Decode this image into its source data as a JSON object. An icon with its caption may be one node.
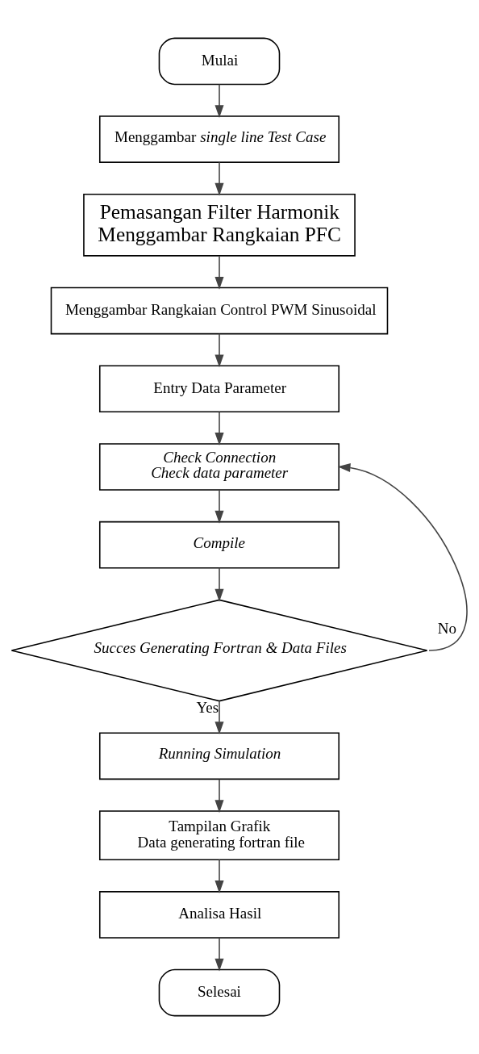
{
  "diagram": {
    "nodes": [
      {
        "text": [
          "Mulai"
        ]
      },
      {
        "text": [
          "Menggambar *single line Test Case*"
        ]
      },
      {
        "text": [
          "Pemasangan Filter Harmonik",
          "Menggambar Rangkaian PFC"
        ]
      },
      {
        "text": [
          "Menggambar Rangkaian Control PWM Sinusoidal"
        ]
      },
      {
        "text": [
          "Entry Data Parameter"
        ]
      },
      {
        "text": [
          "Check Connection",
          "Check data parameter"
        ]
      },
      {
        "text": [
          "Compile"
        ]
      },
      {
        "text": [
          "Succes Generating Fortran & Data Files"
        ]
      },
      {
        "text": [
          "Running Simulation"
        ]
      },
      {
        "text": [
          "Tampilan Grafik",
          "Data generating fortran file"
        ]
      },
      {
        "text": [
          "Analisa Hasil"
        ]
      },
      {
        "text": [
          "Selesai"
        ]
      }
    ],
    "edges": [
      {
        "from": 0,
        "to": 1,
        "arrow": "to"
      },
      {
        "from": 1,
        "to": 2,
        "arrow": "to"
      },
      {
        "from": 2,
        "to": 3,
        "arrow": "to"
      },
      {
        "from": 3,
        "to": 4,
        "arrow": "to"
      },
      {
        "from": 4,
        "to": 5,
        "arrow": "to"
      },
      {
        "from": 5,
        "to": 6,
        "arrow": "to"
      },
      {
        "from": 6,
        "to": 7,
        "arrow": "to"
      },
      {
        "from": 7,
        "to": 5,
        "label": "No",
        "arrow": "to"
      },
      {
        "from": 7,
        "to": 8,
        "label": "Yes",
        "arrow": "to"
      },
      {
        "from": 8,
        "to": 9,
        "arrow": "to"
      },
      {
        "from": 9,
        "to": 10,
        "arrow": "to"
      },
      {
        "from": 10,
        "to": 11,
        "arrow": "to"
      }
    ]
  }
}
